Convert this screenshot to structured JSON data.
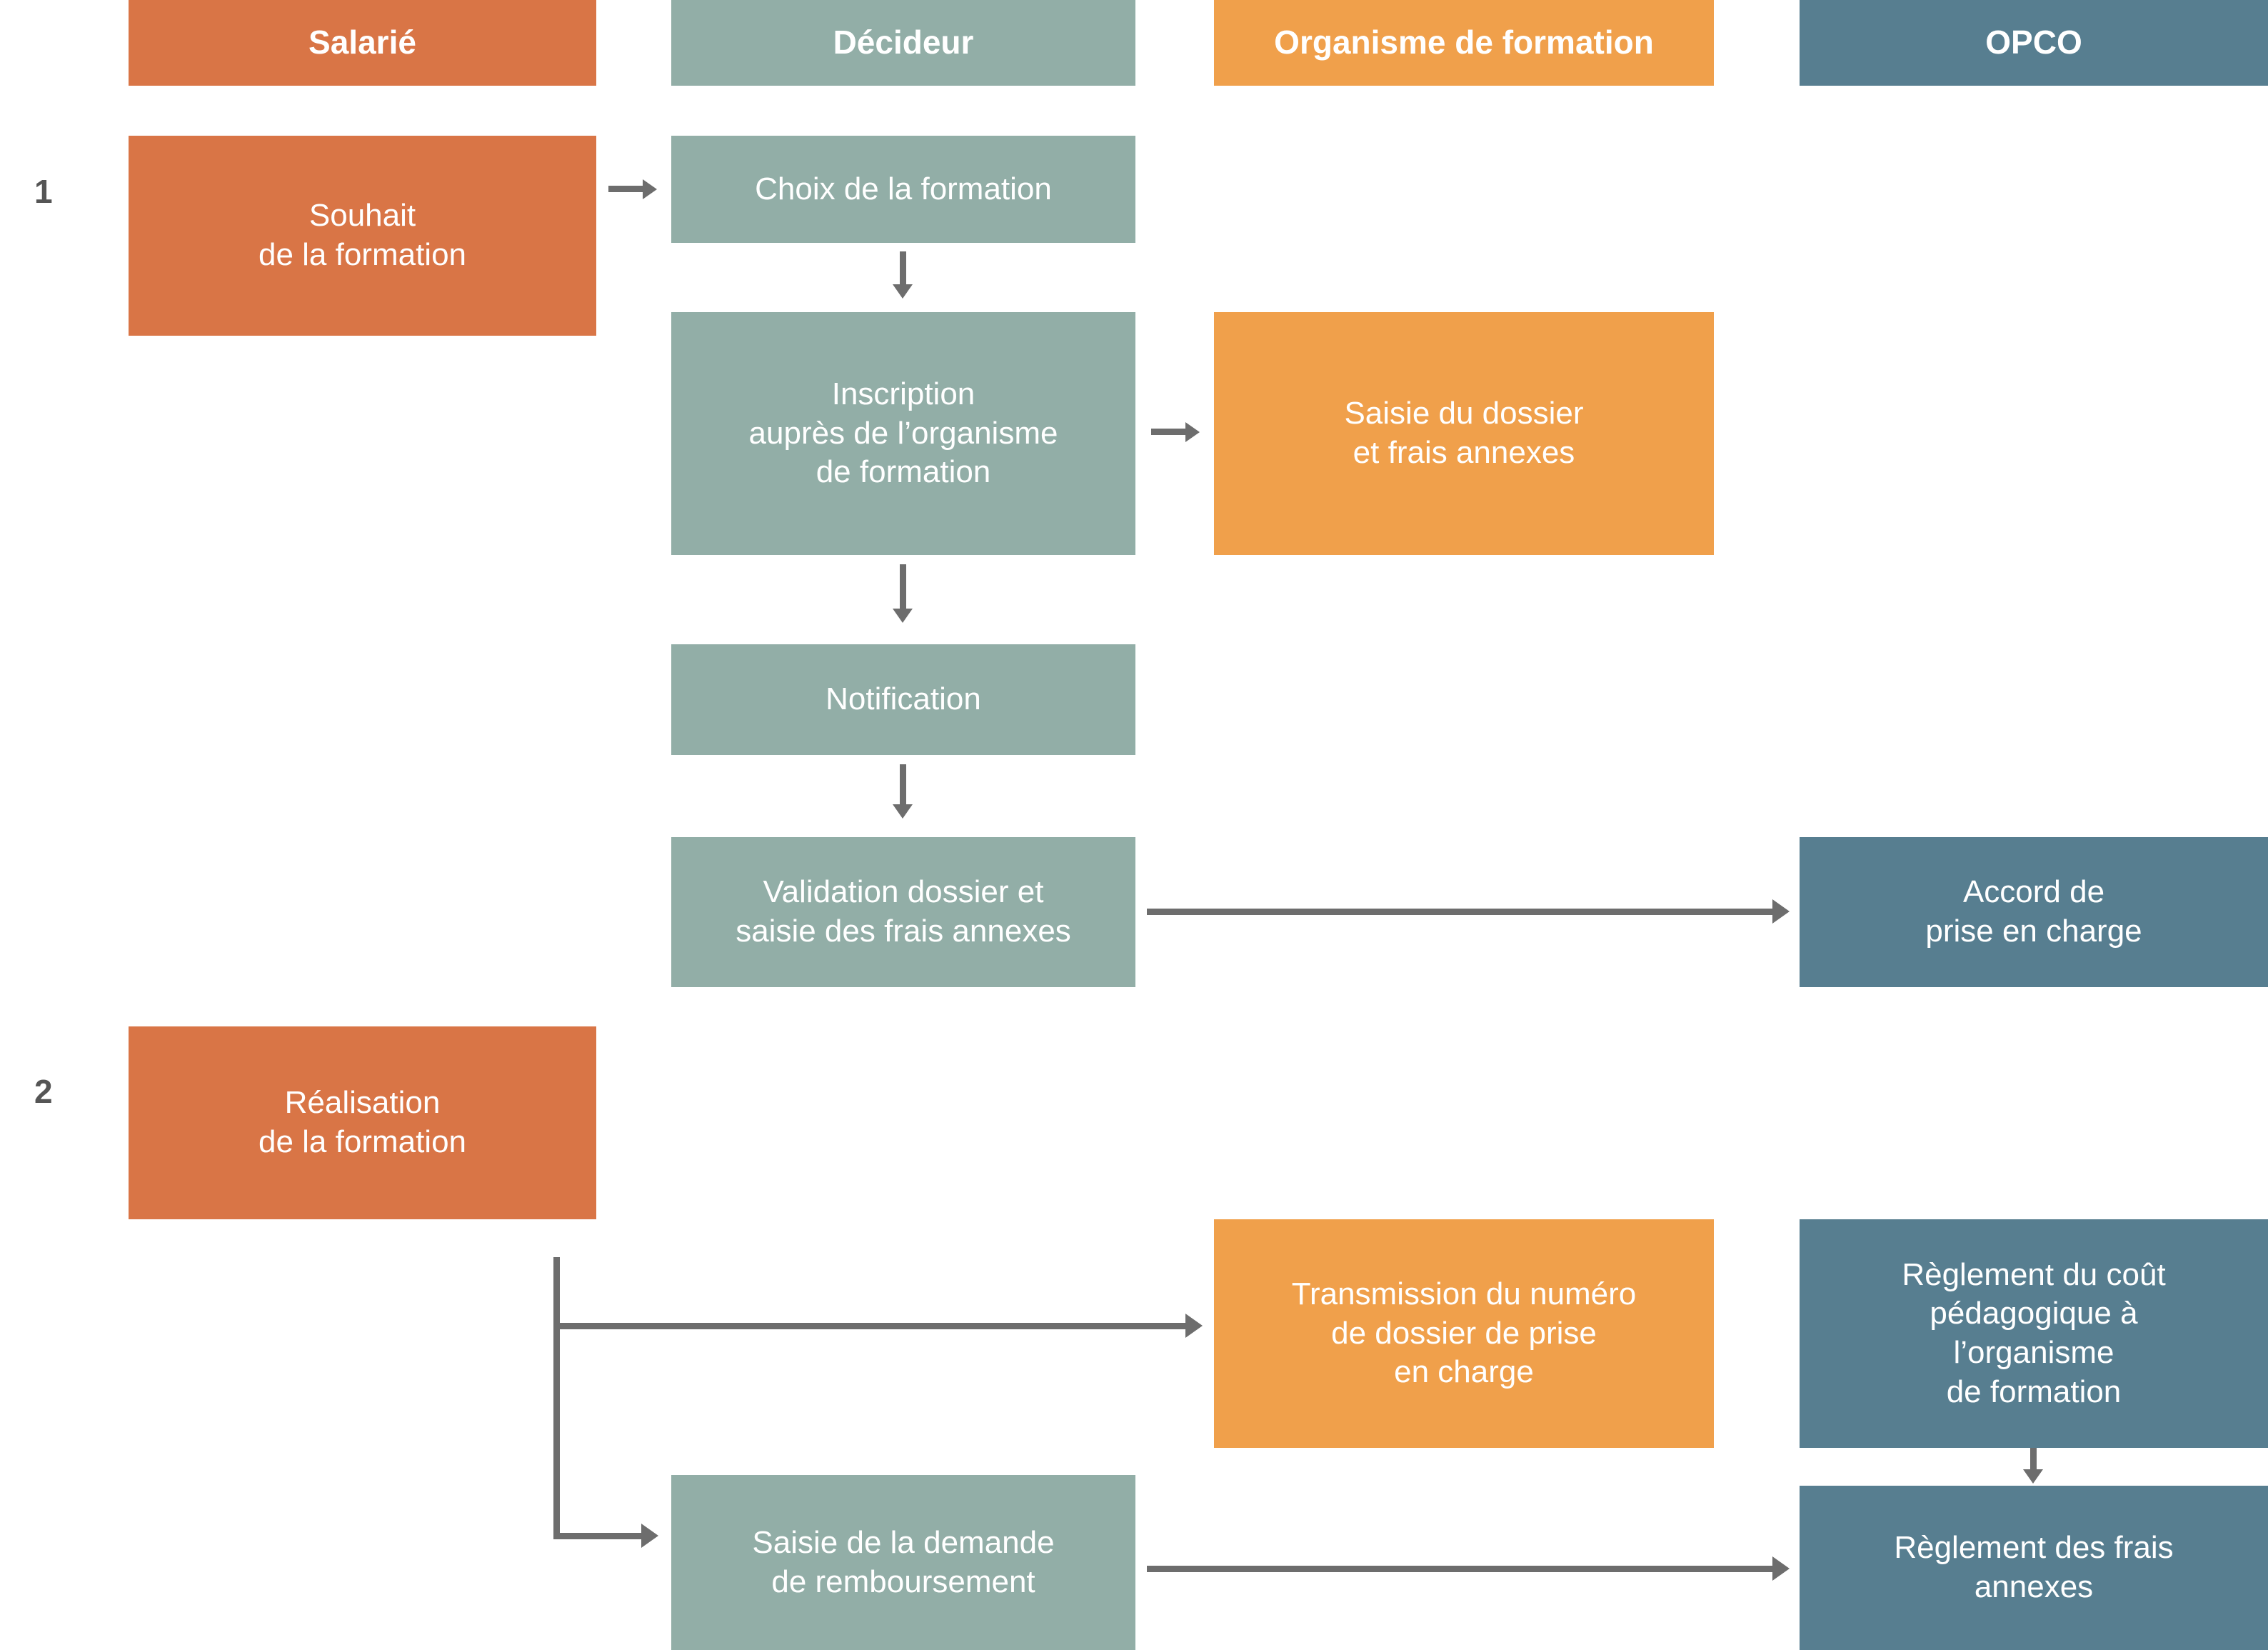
{
  "diagram": {
    "title_lanes": [
      {
        "id": "salarie",
        "label": "Salarié",
        "color": "#d97546"
      },
      {
        "id": "decideur",
        "label": "Décideur",
        "color": "#92aea7"
      },
      {
        "id": "organisme",
        "label": "Organisme de formation",
        "color": "#f0a04b"
      },
      {
        "id": "opco",
        "label": "OPCO",
        "color": "#577e90"
      }
    ],
    "steps": [
      {
        "id": "step-1",
        "label": "1"
      },
      {
        "id": "step-2",
        "label": "2"
      }
    ],
    "nodes": [
      {
        "id": "souhait-formation",
        "lane": "salarie",
        "label": "Souhait\nde la formation"
      },
      {
        "id": "choix-formation",
        "lane": "decideur",
        "label": "Choix de la formation"
      },
      {
        "id": "inscription-organisme",
        "lane": "decideur",
        "label": "Inscription\nauprès de l’organisme\nde formation"
      },
      {
        "id": "saisie-dossier",
        "lane": "organisme",
        "label": "Saisie du dossier\net frais annexes"
      },
      {
        "id": "notification",
        "lane": "decideur",
        "label": "Notification"
      },
      {
        "id": "validation-dossier",
        "lane": "decideur",
        "label": "Validation dossier et\nsaisie des frais annexes"
      },
      {
        "id": "accord-prise-en-charge",
        "lane": "opco",
        "label": "Accord de\nprise en charge"
      },
      {
        "id": "realisation-formation",
        "lane": "salarie",
        "label": "Réalisation\nde la formation"
      },
      {
        "id": "transmission-numero",
        "lane": "organisme",
        "label": "Transmission du numéro\nde dossier de prise\nen charge"
      },
      {
        "id": "reglement-pedagogique",
        "lane": "opco",
        "label": "Règlement du coût\npédagogique à\nl’organisme\nde formation"
      },
      {
        "id": "saisie-remboursement",
        "lane": "decideur",
        "label": "Saisie de la demande\nde remboursement"
      },
      {
        "id": "reglement-frais-annexes",
        "lane": "opco",
        "label": "Règlement des frais\nannexes"
      }
    ],
    "connectors": [
      {
        "id": "c1",
        "from": "souhait-formation",
        "to": "choix-formation",
        "kind": "arrow-right"
      },
      {
        "id": "c2",
        "from": "choix-formation",
        "to": "inscription-organisme",
        "kind": "arrow-down"
      },
      {
        "id": "c3",
        "from": "inscription-organisme",
        "to": "saisie-dossier",
        "kind": "arrow-right"
      },
      {
        "id": "c4",
        "from": "inscription-organisme",
        "to": "notification",
        "kind": "arrow-down"
      },
      {
        "id": "c5",
        "from": "notification",
        "to": "validation-dossier",
        "kind": "arrow-down"
      },
      {
        "id": "c6",
        "from": "validation-dossier",
        "to": "accord-prise-en-charge",
        "kind": "arrow-right-long"
      },
      {
        "id": "c7",
        "from": "realisation-formation",
        "to": "transmission-numero",
        "kind": "elbow-right"
      },
      {
        "id": "c8",
        "from": "realisation-formation",
        "to": "saisie-remboursement",
        "kind": "elbow-right"
      },
      {
        "id": "c9",
        "from": "reglement-pedagogique",
        "to": "reglement-frais-annexes",
        "kind": "arrow-down"
      },
      {
        "id": "c10",
        "from": "saisie-remboursement",
        "to": "reglement-frais-annexes",
        "kind": "arrow-right-long"
      }
    ],
    "colors": {
      "connector": "#6d6d6d",
      "step_number": "#555555",
      "node_text": "#ffffff",
      "background": "#ffffff"
    }
  }
}
